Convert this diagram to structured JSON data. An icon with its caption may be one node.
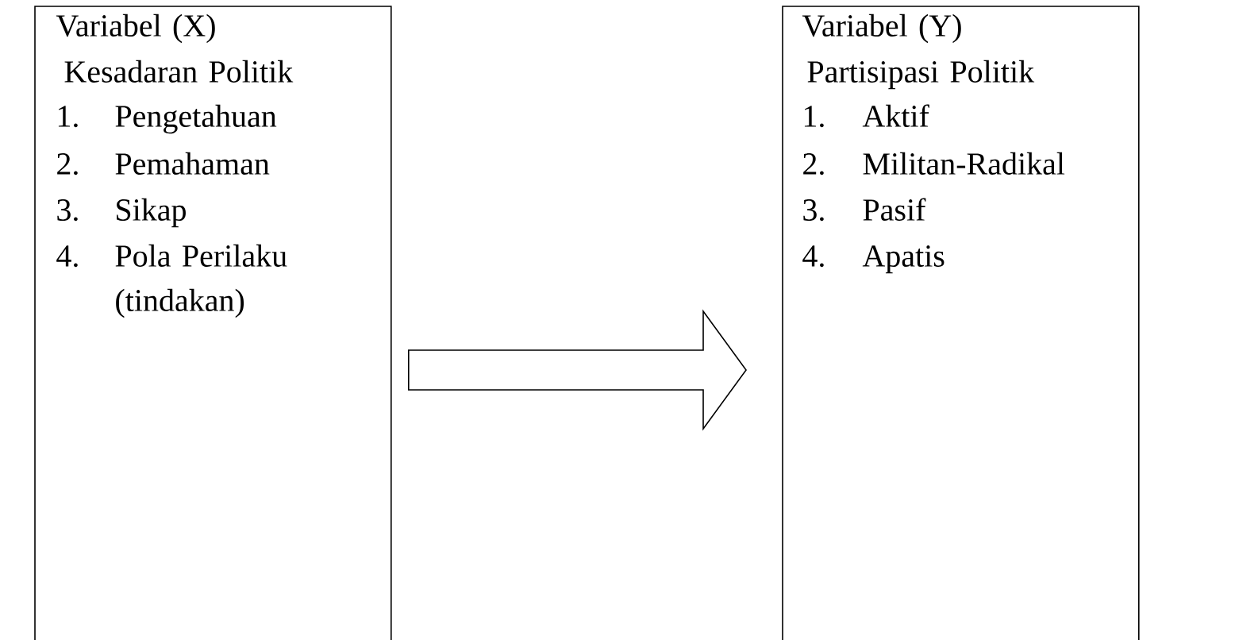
{
  "diagram": {
    "nodes": [
      {
        "text": [
          "Variabel (X)",
          "Kesadaran Politik",
          "1.",
          "Pengetahuan",
          "2.",
          "Pemahaman",
          "3.",
          "Sikap",
          "4.",
          "Pola Perilaku (tindakan)"
        ]
      },
      {
        "text": [
          "Variabel (Y)",
          "Partisipasi Politik",
          "1.",
          "Aktif",
          "2.",
          "Militan-Radikal",
          "3.",
          "Pasif",
          "4.",
          "Apatis"
        ]
      }
    ],
    "edges": [
      {
        "from": 0,
        "to": 1,
        "arrow": "to"
      }
    ]
  }
}
